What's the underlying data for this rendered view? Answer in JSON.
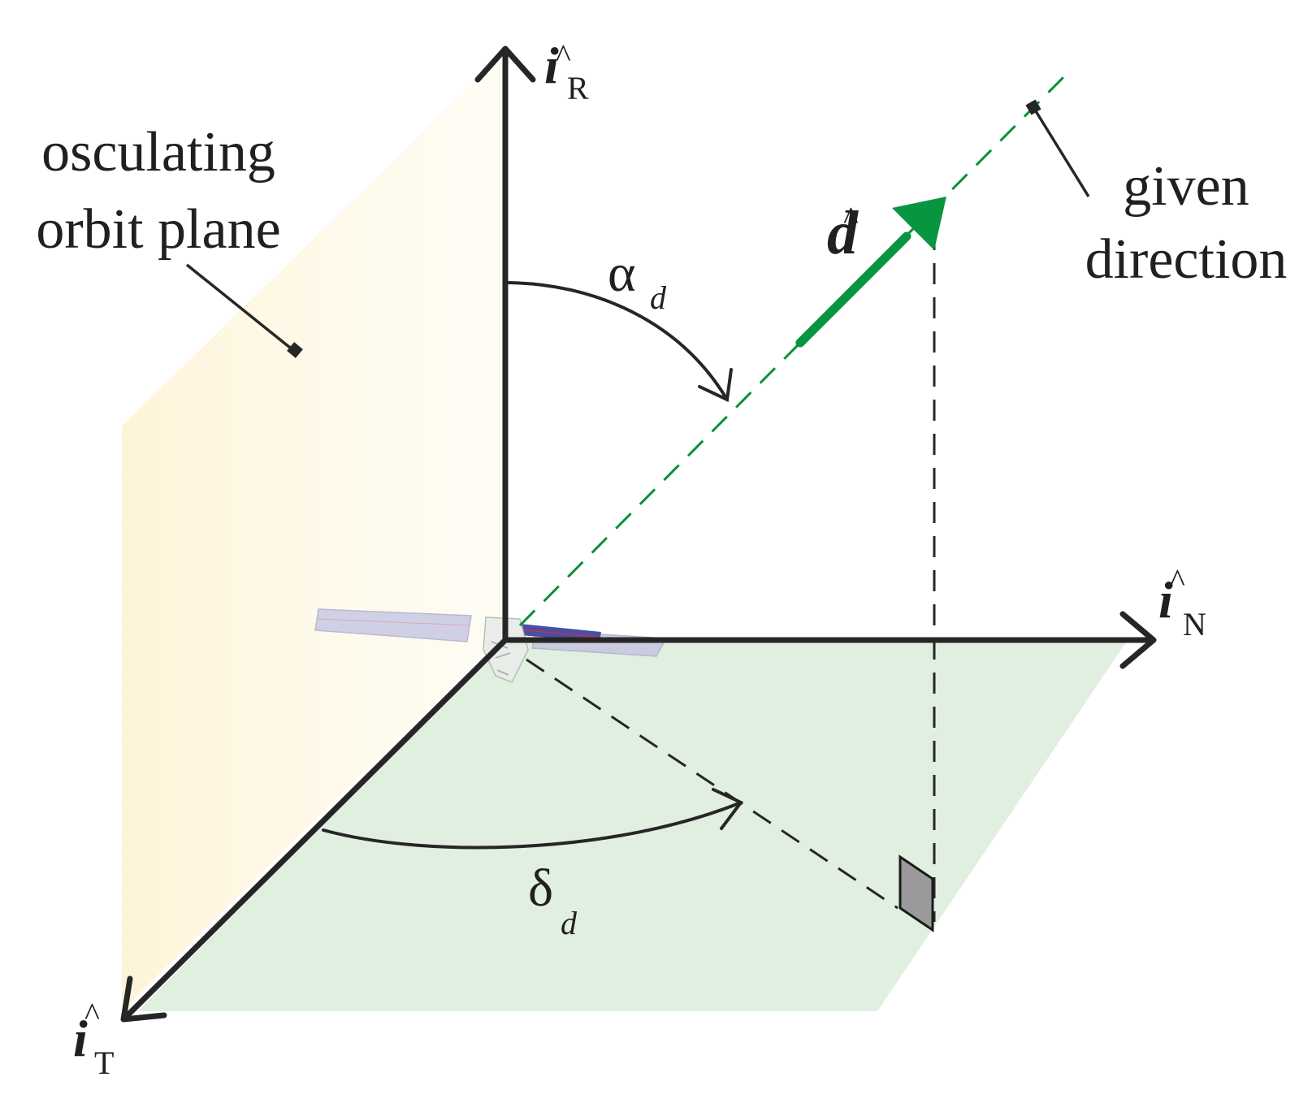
{
  "labels": {
    "plane_line1": "osculating",
    "plane_line2": "orbit plane",
    "given_line1": "given",
    "given_line2": "direction",
    "axis_R_main": "i",
    "axis_R_sub": "R",
    "axis_N_main": "i",
    "axis_N_sub": "N",
    "axis_T_main": "i",
    "axis_T_sub": "T",
    "vector_main": "d",
    "hat_symbol": "^",
    "alpha_main": "α",
    "alpha_sub": "d",
    "delta_main": "δ",
    "delta_sub": "d"
  },
  "colors": {
    "axis": "#262626",
    "direction_green": "#0a8f3c",
    "vector_green": "#07963f",
    "horizontal_plane": "#e1efe1",
    "orbit_plane": "#fdf6df",
    "right_angle_marker": "#9a9a9a"
  },
  "icons": {
    "origin": "satellite-icon"
  }
}
